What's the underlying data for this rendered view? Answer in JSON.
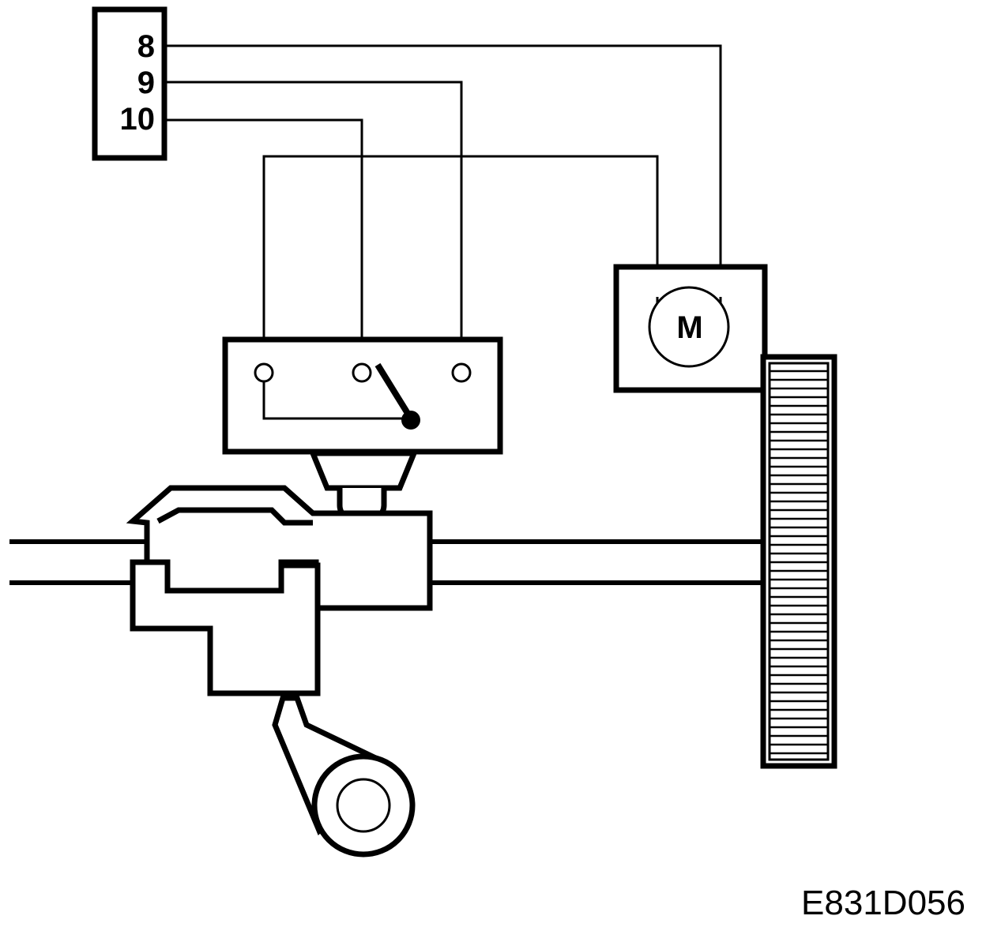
{
  "connector": {
    "pins": [
      "8",
      "9",
      "10"
    ]
  },
  "motor": {
    "label": "M"
  },
  "figure_code": "E831D056",
  "colors": {
    "line": "#000000",
    "background": "#ffffff"
  }
}
